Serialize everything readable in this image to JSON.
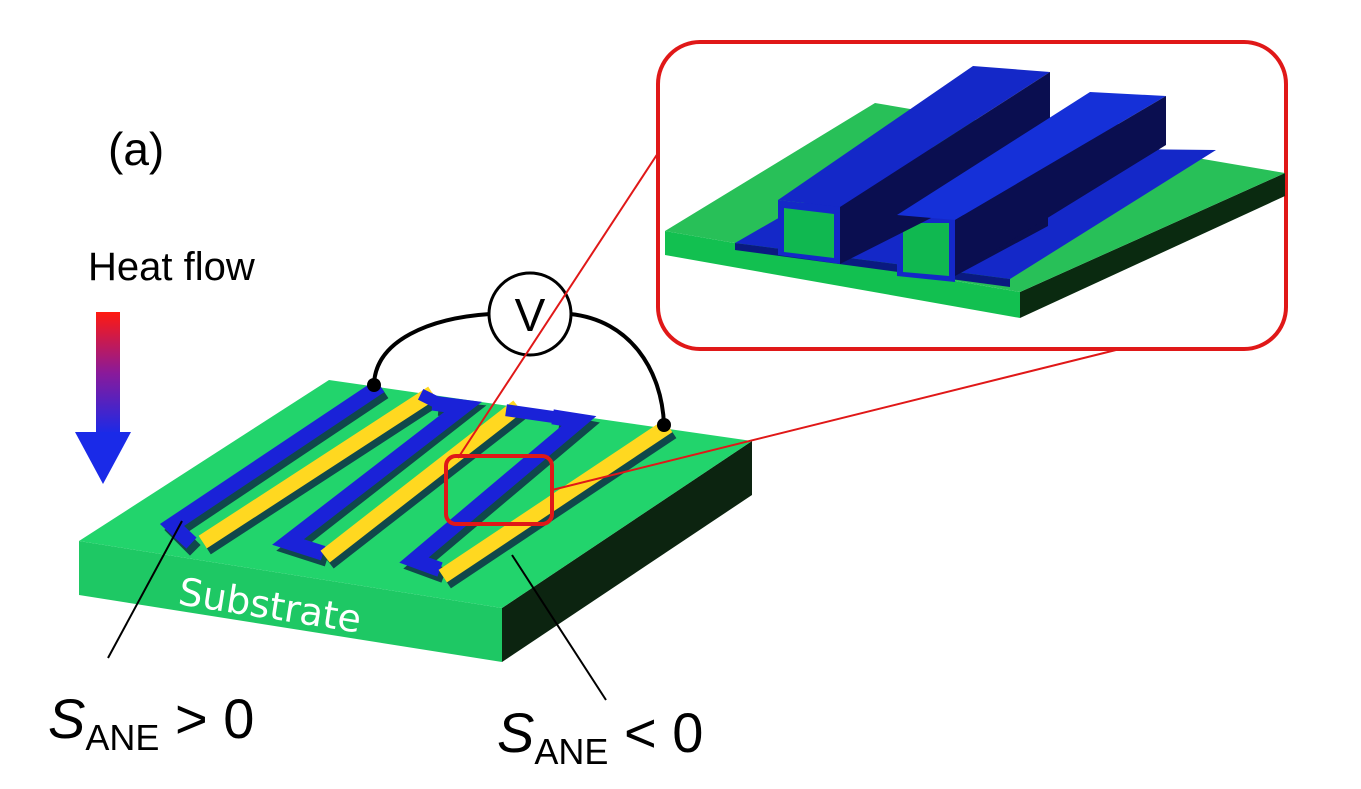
{
  "panel_label": "(a)",
  "heat_flow_label": "Heat flow",
  "voltmeter_symbol": "V",
  "substrate_label": "Substrate",
  "positive_label": {
    "symbol": "S",
    "subscript": "ANE",
    "relation": " > 0"
  },
  "negative_label": {
    "symbol": "S",
    "subscript": "ANE",
    "relation": " < 0"
  },
  "colors": {
    "substrate_top": "#22d46c",
    "substrate_front": "#1ec864",
    "substrate_side": "#0c2410",
    "stripe_blue": "#1a22d8",
    "stripe_yellow": "#ffd820",
    "highlight_red": "#e01818",
    "wire": "#000000",
    "inset_green": "#10b850",
    "inset_blue_top": "#1428c8",
    "inset_blue_dark": "#0a0e50"
  }
}
